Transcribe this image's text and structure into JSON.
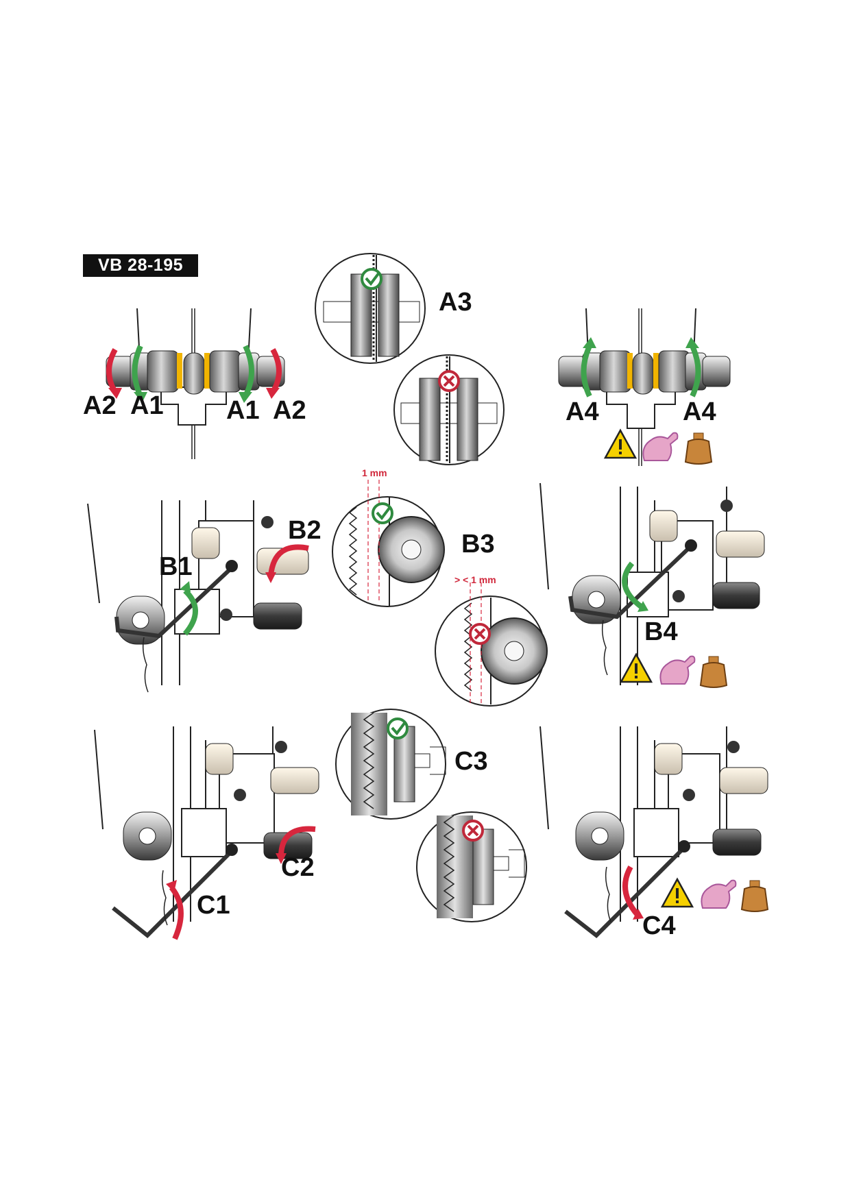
{
  "header": {
    "model": "VB 28-195"
  },
  "labels": {
    "a1_left": "A1",
    "a2_left": "A2",
    "a1_right": "A1",
    "a2_right": "A2",
    "a3": "A3",
    "a4_left": "A4",
    "a4_right": "A4",
    "b1": "B1",
    "b2": "B2",
    "b3": "B3",
    "b4": "B4",
    "c1": "C1",
    "c2": "C2",
    "c3": "C3",
    "c4": "C4"
  },
  "dimensions": {
    "b3_ok": "1 mm",
    "b3_bad": "> < 1 mm"
  },
  "colors": {
    "rotate_green": "#3fa34d",
    "rotate_red": "#d7263d",
    "warning_yellow": "#f5d000",
    "weight_brown": "#c8853a",
    "arm_pink": "#e6a5c8"
  },
  "icons": [
    "warning-icon",
    "strength-arm-icon",
    "weight-icon",
    "check-icon",
    "cross-icon"
  ]
}
